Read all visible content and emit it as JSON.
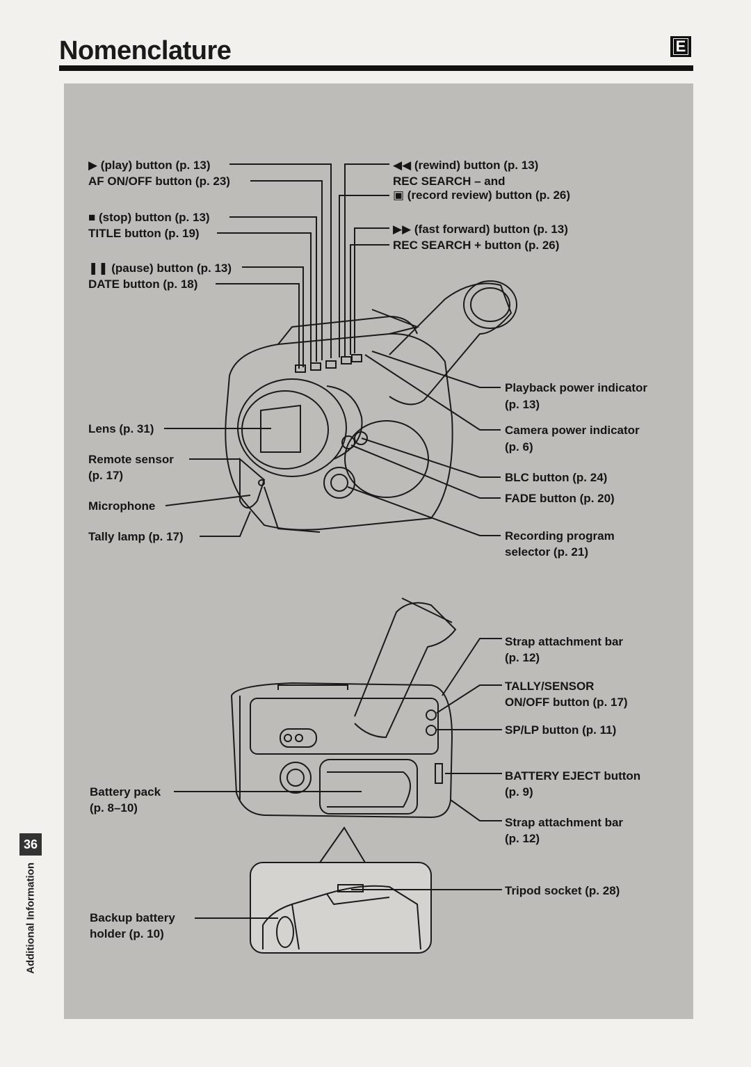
{
  "header": {
    "title": "Nomenclature",
    "language_badge": "E"
  },
  "footer": {
    "page_number": "36",
    "section": "Additional Information"
  },
  "labels": {
    "play": "▶ (play) button (p. 13)",
    "af": "AF ON/OFF button (p. 23)",
    "stop": "■ (stop) button (p. 13)",
    "title_btn": "TITLE button (p. 19)",
    "pause": "❚❚ (pause) button (p. 13)",
    "date": "DATE button (p. 18)",
    "rewind": "◀◀ (rewind) button (p. 13)",
    "rec_search_minus": "REC SEARCH – and",
    "record_review": "▣ (record review) button (p. 26)",
    "ff": "▶▶ (fast forward) button (p. 13)",
    "rec_search_plus": "REC SEARCH + button  (p. 26)",
    "playback_power_1": "Playback power indicator",
    "playback_power_2": "(p. 13)",
    "camera_power_1": "Camera power indicator",
    "camera_power_2": "(p. 6)",
    "blc": "BLC button (p. 24)",
    "fade": "FADE button (p. 20)",
    "rec_prog_1": "Recording program",
    "rec_prog_2": "selector (p. 21)",
    "lens": "Lens (p. 31)",
    "remote_1": "Remote sensor",
    "remote_2": "(p. 17)",
    "microphone": "Microphone",
    "tally": "Tally lamp (p. 17)",
    "strap_top_1": "Strap attachment bar",
    "strap_top_2": "(p. 12)",
    "tally_sensor_1": "TALLY/SENSOR",
    "tally_sensor_2": "ON/OFF button (p. 17)",
    "splp": "SP/LP button (p. 11)",
    "batt_eject_1": "BATTERY EJECT button",
    "batt_eject_2": "(p. 9)",
    "strap_bot_1": "Strap attachment bar",
    "strap_bot_2": "(p. 12)",
    "battery_1": "Battery pack",
    "battery_2": "(p. 8–10)",
    "tripod": "Tripod socket (p. 28)",
    "backup_1": "Backup battery",
    "backup_2": "holder (p. 10)"
  }
}
